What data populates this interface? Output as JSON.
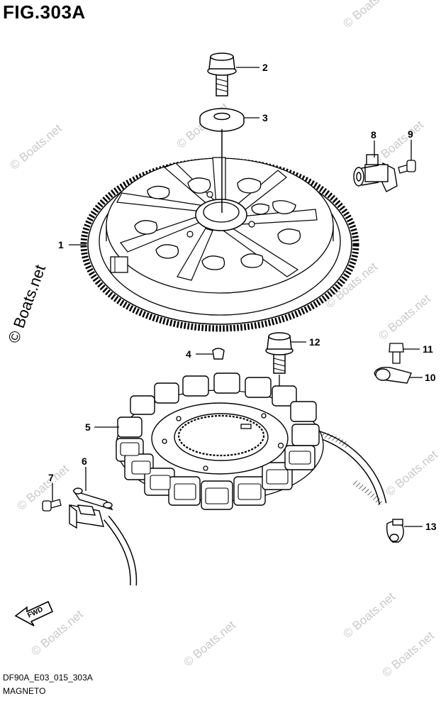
{
  "figure": {
    "title": "FIG.303A",
    "code": "DF90A_E03_015_303A",
    "name": "MAGNETO"
  },
  "watermark": {
    "text": "© Boats.net",
    "side_text": "© Boats.net"
  },
  "fwd_label": "FWD",
  "callouts": [
    "1",
    "2",
    "3",
    "4",
    "5",
    "6",
    "7",
    "8",
    "9",
    "10",
    "11",
    "12",
    "13"
  ],
  "colors": {
    "line": "#000000",
    "watermark": "#c9c9c9",
    "background": "#ffffff"
  }
}
